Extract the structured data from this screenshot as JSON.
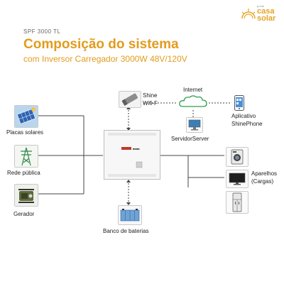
{
  "header": {
    "model": "SPF 3000 TL",
    "title": "Composição do sistema",
    "subtitle": "com Inversor Carregador 3000W 48V/120V"
  },
  "logo": {
    "small_text": "portal",
    "line1": "casa",
    "line2": "solar"
  },
  "sources": [
    {
      "label": "Placas solares",
      "icon": "solar-panel-icon"
    },
    {
      "label": "Rede pública",
      "icon": "power-tower-icon"
    },
    {
      "label": "Gerador",
      "icon": "generator-icon"
    }
  ],
  "wifi": {
    "line1": "Shine",
    "line2": "Wifi-F"
  },
  "internet": {
    "label": "Internet"
  },
  "server": {
    "label": "ServidorServer"
  },
  "app": {
    "line1": "Aplicativo",
    "line2": "ShinePhone"
  },
  "battery": {
    "label": "Banco de baterias"
  },
  "loads": {
    "line1": "Aparelhos",
    "line2": "(Cargas)"
  },
  "colors": {
    "accent": "#e39b1d",
    "line": "#444444",
    "cloud": "#2e9e4e"
  }
}
